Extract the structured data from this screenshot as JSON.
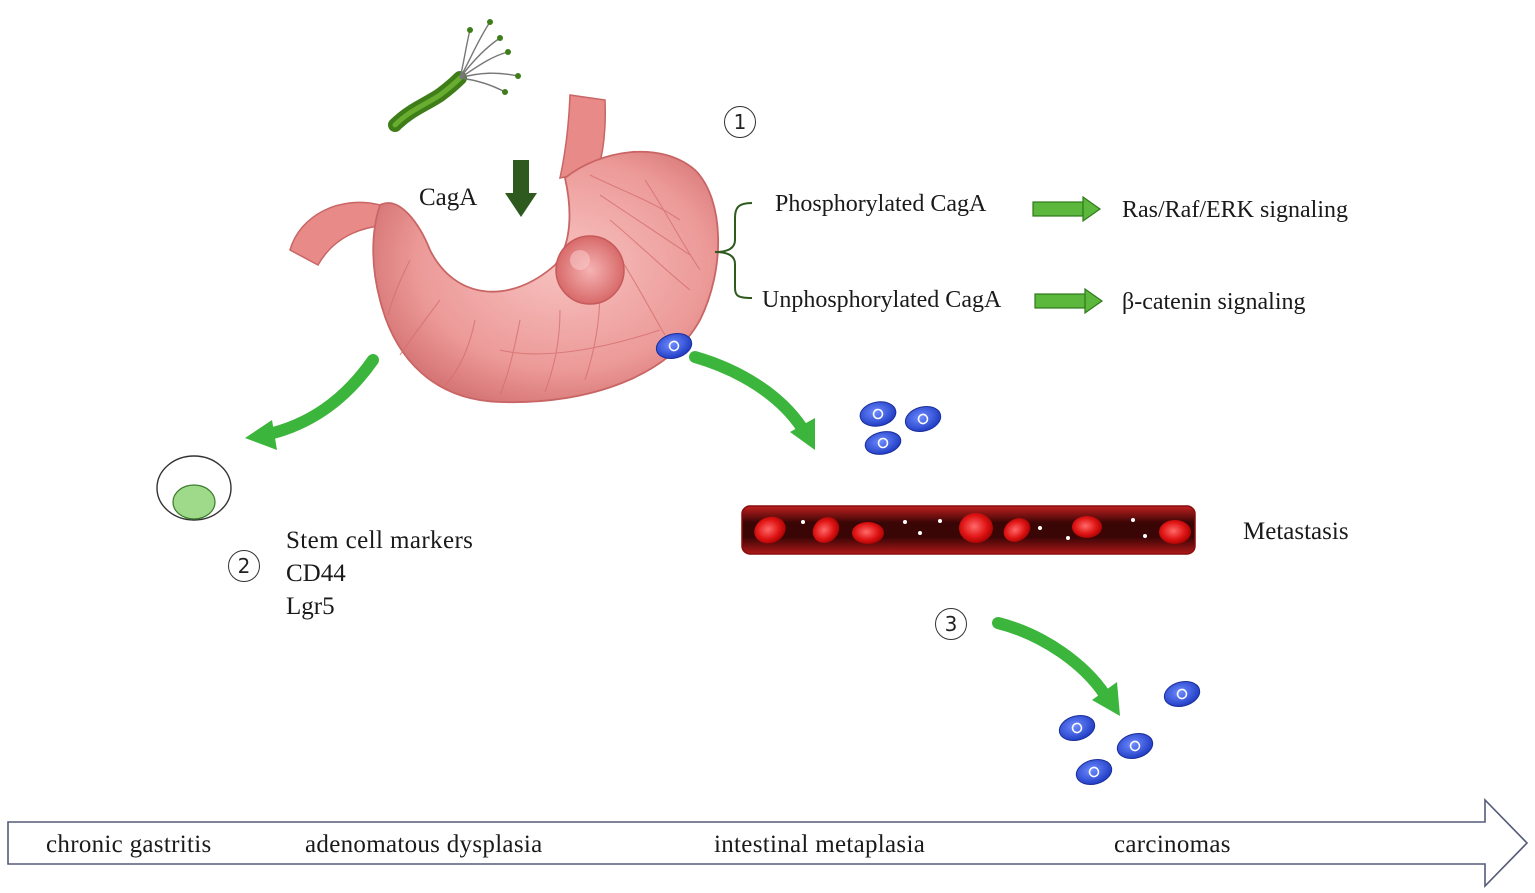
{
  "steps": {
    "step1": "1",
    "step2": "2",
    "step3": "3"
  },
  "labels": {
    "caga": "CagA",
    "phosphorylated": "Phosphorylated CagA",
    "unphosphorylated": "Unphosphorylated CagA",
    "ras_signaling": "Ras/Raf/ERK signaling",
    "catenin_signaling": "β-catenin signaling",
    "metastasis": "Metastasis"
  },
  "stem_markers": {
    "title": "Stem cell markers",
    "markers": [
      "CD44",
      "Lgr5"
    ]
  },
  "stages": [
    "chronic gastritis",
    "adenomatous dysplasia",
    "intestinal metaplasia",
    "carcinomas"
  ],
  "colors": {
    "green_arrow": "#3cb53c",
    "dark_green_arrow": "#2e5a1f",
    "cell_blue": "#2d4fd6",
    "stomach_pink": "#e98c8c",
    "blood_vessel": "#7a0e0e",
    "rbc_red": "#d81818",
    "stem_cell_green": "#9fd98a"
  }
}
